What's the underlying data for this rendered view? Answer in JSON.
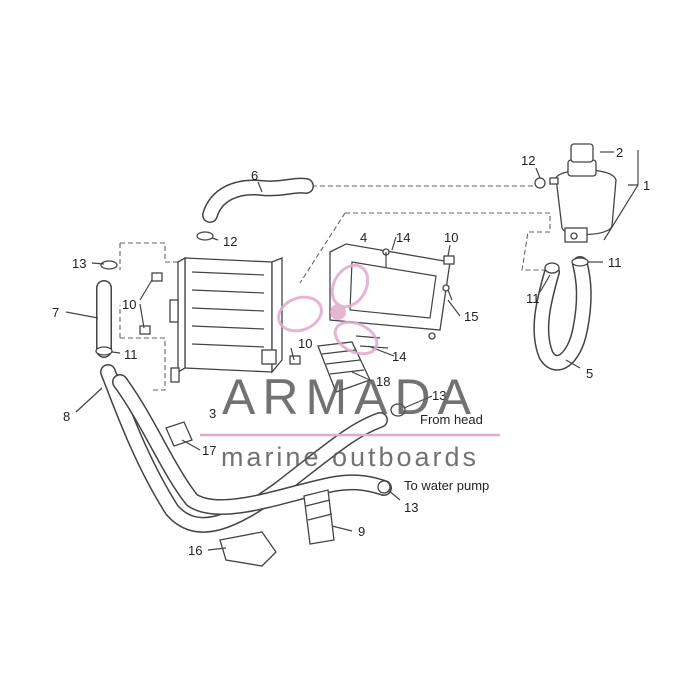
{
  "diagram": {
    "callouts": [
      "1",
      "2",
      "3",
      "4",
      "5",
      "6",
      "7",
      "8",
      "9",
      "10",
      "10",
      "10",
      "11",
      "11",
      "11",
      "12",
      "12",
      "13",
      "13",
      "13",
      "14",
      "14",
      "15",
      "16",
      "17",
      "18"
    ],
    "notes": {
      "from_head": "From head",
      "to_water_pump": "To water pump"
    }
  },
  "watermark": {
    "brand": "ARMADA",
    "tagline": "marine outboards",
    "accent_color": "#e0aacb",
    "text_color": "#5a5a5a"
  }
}
